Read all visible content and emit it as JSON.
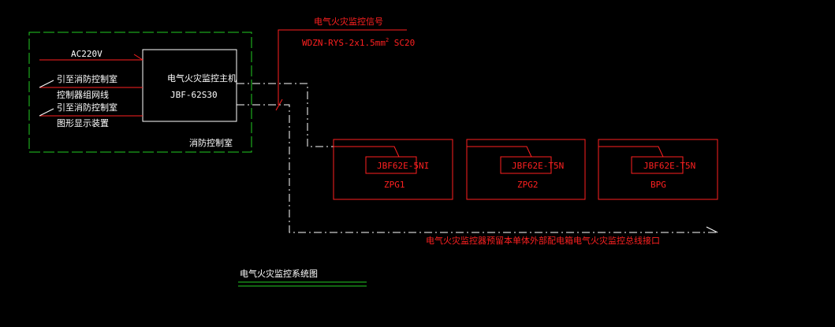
{
  "colors": {
    "background": "#000000",
    "white": "#ffffff",
    "red": "#ff2020",
    "green": "#22cc22",
    "dash_white": "#ffffff"
  },
  "signal_line": {
    "label": "电气火灾监控信号",
    "cable": "WDZN-RYS-2x1.5mm",
    "sup": "2",
    "conduit": " SC20"
  },
  "control_room": {
    "label": "消防控制室",
    "host_title": "电气火灾监控主机",
    "host_model": "JBF-62S30",
    "power_label": "AC220V",
    "link1_line1": "引至消防控制室",
    "link1_line2": "控制器组网线",
    "link2_line1": "引至消防控制室",
    "link2_line2": "图形显示装置"
  },
  "panels": [
    {
      "name": "ZPG1",
      "module": "JBF62E-5NI"
    },
    {
      "name": "ZPG2",
      "module": "JBF62E-T5N"
    },
    {
      "name": "BPG",
      "module": "JBF62E-T5N"
    }
  ],
  "bottom_note": "电气火灾监控器预留本单体外部配电箱电气火灾监控总线接口",
  "diagram_title": "电气火灾监控系统图"
}
